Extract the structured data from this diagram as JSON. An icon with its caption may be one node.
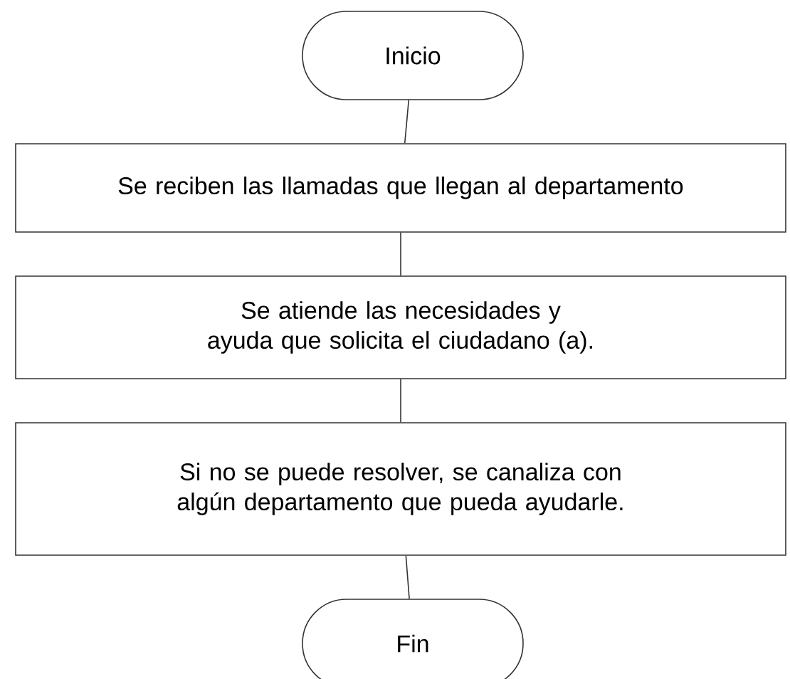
{
  "diagram": {
    "nodes": [
      {
        "text": [
          "Inicio"
        ]
      },
      {
        "text": [
          "Se reciben las llamadas que llegan al departamento"
        ]
      },
      {
        "text": [
          "Se atiende las necesidades y ayuda que solicita el ciudadano (a)."
        ]
      },
      {
        "text": [
          "Si no se puede resolver, se canaliza con algún departamento que pueda ayudarle."
        ]
      },
      {
        "text": [
          "Fin"
        ]
      }
    ],
    "edges": [
      {
        "from": 0,
        "to": 1,
        "arrow": "none"
      },
      {
        "from": 1,
        "to": 2,
        "arrow": "none"
      },
      {
        "from": 2,
        "to": 3,
        "arrow": "none"
      },
      {
        "from": 3,
        "to": 4,
        "arrow": "none"
      }
    ]
  }
}
